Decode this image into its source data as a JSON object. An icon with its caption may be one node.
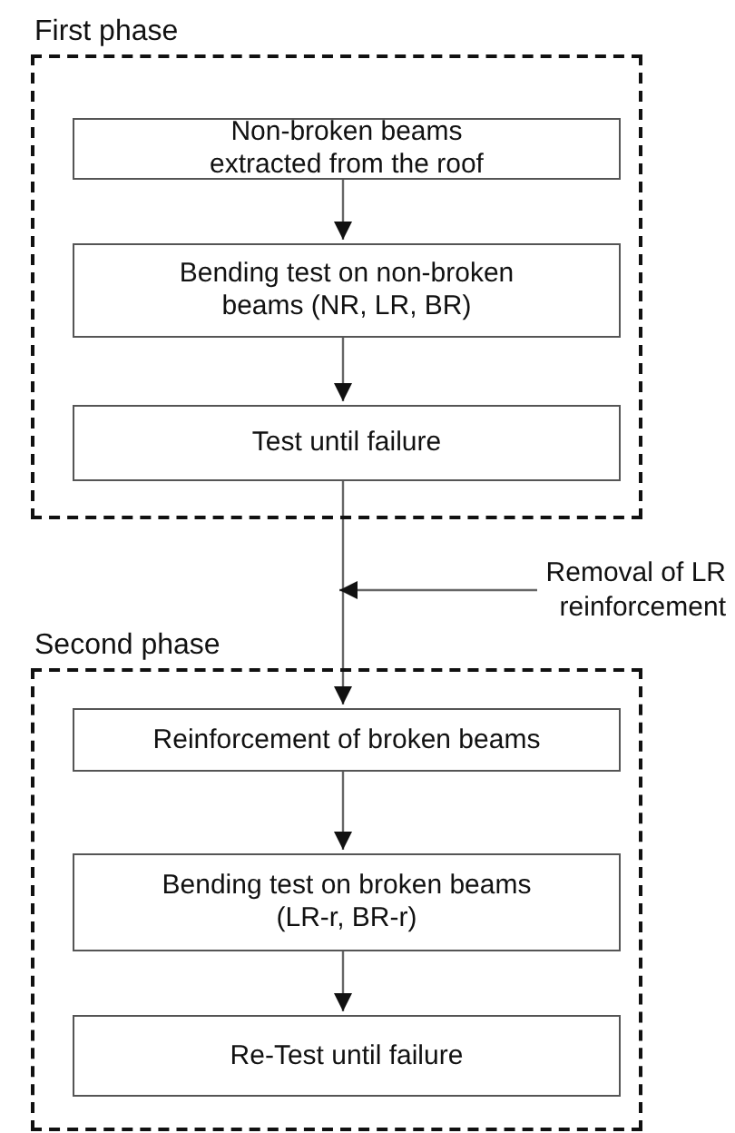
{
  "diagram": {
    "nodes": [
      {
        "text": [
          "First phase"
        ]
      },
      {
        "text": [
          "Non-broken beams extracted from the roof"
        ],
        "in": 0
      },
      {
        "text": [
          "Bending test on non-broken beams (NR, LR, BR)"
        ],
        "in": 0
      },
      {
        "text": [
          "Test until failure"
        ],
        "in": 0
      },
      {
        "text": [
          "Removal of LR reinforcement"
        ]
      },
      {
        "text": [
          "Second phase"
        ]
      },
      {
        "text": [
          "Reinforcement of broken beams"
        ],
        "in": 5
      },
      {
        "text": [
          "Bending test on broken beams (LR-r, BR-r)"
        ],
        "in": 5
      },
      {
        "text": [
          "Re-Test until failure"
        ],
        "in": 5
      }
    ],
    "edges": [
      {
        "from": 1,
        "to": 2,
        "arrow": "to"
      },
      {
        "from": 2,
        "to": 3,
        "arrow": "to"
      },
      {
        "from": 3,
        "to": 6,
        "arrow": "to"
      },
      {
        "from": 4,
        "to": null,
        "arrow": "to"
      },
      {
        "from": 6,
        "to": 7,
        "arrow": "to"
      },
      {
        "from": 7,
        "to": 8,
        "arrow": "to"
      }
    ]
  }
}
